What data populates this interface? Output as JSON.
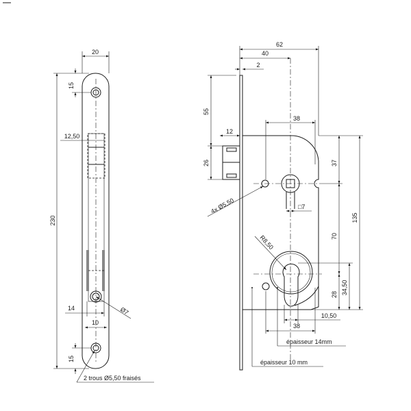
{
  "front_view": {
    "dims": {
      "width": "20",
      "height": "230",
      "top_hole": "15",
      "bottom_hole": "15",
      "latch_width": "12,50",
      "slot_width": "14",
      "bolt_width": "10",
      "hole_dia": "Ø7"
    },
    "holes_note": "2 trous   Ø5,50 fraisés"
  },
  "side_view": {
    "dims": {
      "total_depth": "62",
      "backset": "40",
      "faceplate": "2",
      "latch_offset": "55",
      "latch_height": "26",
      "latch_projection": "12",
      "screw_spacing_top": "38",
      "screw_spacing_bottom": "38",
      "to_spindle": "37",
      "total_height": "135",
      "center_distance": "70",
      "cyl_to_bottom": "28",
      "cyl_height": "34,50",
      "cyl_width": "10,50",
      "spindle": "□7",
      "radius": "R8,50",
      "screw_holes": "4x Ø5,50"
    },
    "thickness_14": "épaisseur 14mm",
    "thickness_10": "épaisseur 10 mm"
  }
}
